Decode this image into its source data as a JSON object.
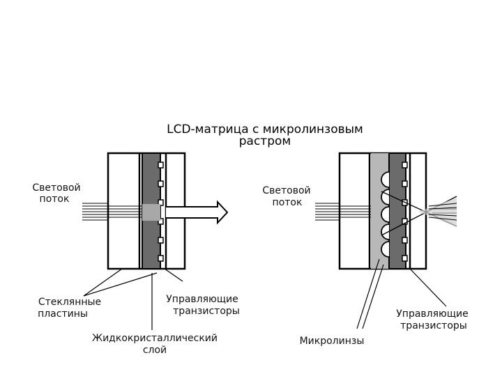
{
  "title": {
    "line1": "LCD-матрица с микролинзовым",
    "line2": "растром"
  },
  "left_panel": {
    "light_flux_line1": "Световой",
    "light_flux_line2": "поток",
    "glass_plates_line1": "Стеклянные",
    "glass_plates_line2": "пластины",
    "transistors_line1": "Управляющие",
    "transistors_line2": "транзисторы",
    "lc_layer_line1": "Жидкокристаллический",
    "lc_layer_line2": "слой"
  },
  "right_panel": {
    "light_flux_line1": "Световой",
    "light_flux_line2": "поток",
    "transistors_line1": "Управляющие",
    "transistors_line2": "транзисторы",
    "microlenses": "Микролинзы"
  },
  "colors": {
    "lc_layer": "#6b6b6b",
    "lens_layer": "#b8b8b8",
    "outline": "#000000"
  }
}
